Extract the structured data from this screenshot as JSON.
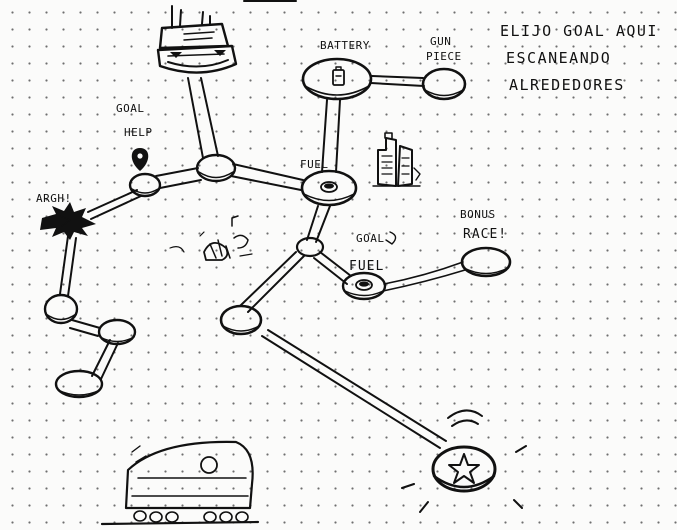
{
  "note": {
    "lines": [
      "ELIJO GOAL AQUI",
      "ESCANEANDO",
      "ALREDEDORES"
    ]
  },
  "labels": {
    "battery": "BATTERY",
    "gun_piece_1": "GUN",
    "gun_piece_2": "PIECE",
    "fuel_top": "FUEL",
    "fuel_lower": "FUEL",
    "goal_lower": "GOAL",
    "goal_help_1": "GOAL",
    "goal_help_2": "HELP",
    "bonus_1": "BONUS",
    "bonus_2": "RACE!",
    "crash": "ARGH!"
  },
  "icons": {
    "start": "spaceship-icon",
    "battery": "battery-icon",
    "fuel": "fuel-can-icon",
    "goal_marker": "map-pin-icon",
    "crash": "explosion-icon",
    "city": "city-icon",
    "debris": "wreckage-icon",
    "final_goal": "star-icon",
    "vehicle": "rover-icon"
  },
  "colors": {
    "ink": "#111111",
    "paper": "#fbfbfa",
    "dots": "#6f6f6f"
  }
}
